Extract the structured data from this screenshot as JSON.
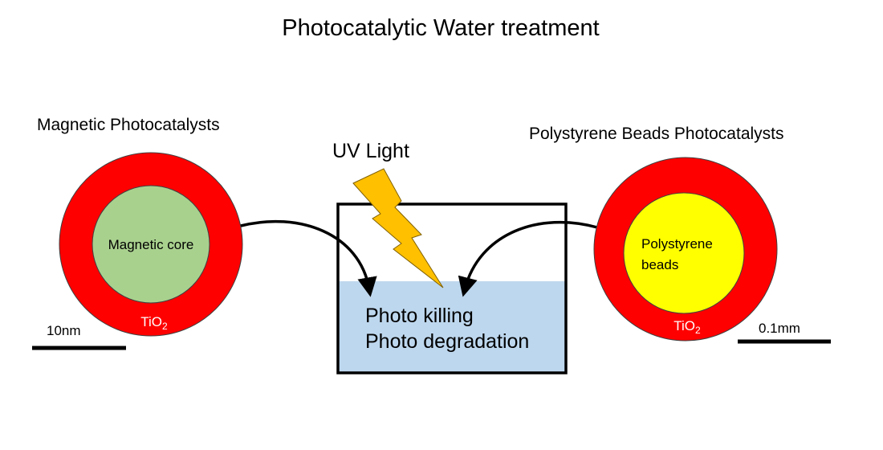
{
  "title": "Photocatalytic Water treatment",
  "left": {
    "heading": "Magnetic Photocatalysts",
    "core_label": "Magnetic core",
    "shell_base": "TiO",
    "shell_sub": "2",
    "scale_label": "10nm",
    "shell_color": "#ff0000",
    "core_color": "#a9d18e"
  },
  "right": {
    "heading": "Polystyrene Beads Photocatalysts",
    "core_label_line1": "Polystyrene",
    "core_label_line2": "beads",
    "shell_base": "TiO",
    "shell_sub": "2",
    "scale_label": "0.1mm",
    "shell_color": "#ff0000",
    "core_color": "#ffff00"
  },
  "center": {
    "light_label": "UV Light",
    "line1": "Photo killing",
    "line2": "Photo degradation",
    "water_color": "#bdd7ee",
    "bolt_color": "#ffc000"
  },
  "icons": {
    "bolt": "lightning-bolt-icon",
    "arrow": "curved-arrow-icon"
  }
}
